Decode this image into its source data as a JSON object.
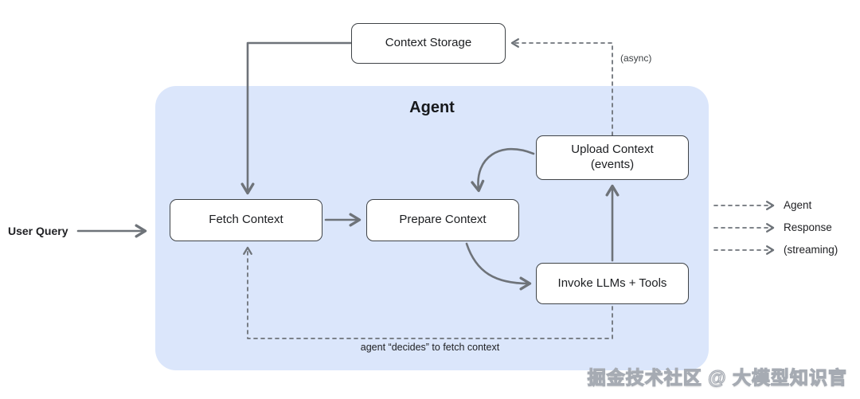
{
  "diagram": {
    "container_title": "Agent",
    "nodes": {
      "context_storage": "Context Storage",
      "fetch_context": "Fetch Context",
      "prepare_context": "Prepare Context",
      "upload_context_line1": "Upload Context",
      "upload_context_line2": "(events)",
      "invoke_llms": "Invoke LLMs + Tools"
    },
    "labels": {
      "user_query": "User Query",
      "async": "(async)",
      "decides": "agent “decides” to fetch context",
      "output_agent": "Agent",
      "output_response": "Response",
      "output_streaming": "(streaming)"
    },
    "colors": {
      "agent_bg": "#dbe6fb",
      "box_border": "#3f4347",
      "arrow": "#6e7379"
    }
  },
  "watermark": "掘金技术社区 @ 大模型知识官"
}
